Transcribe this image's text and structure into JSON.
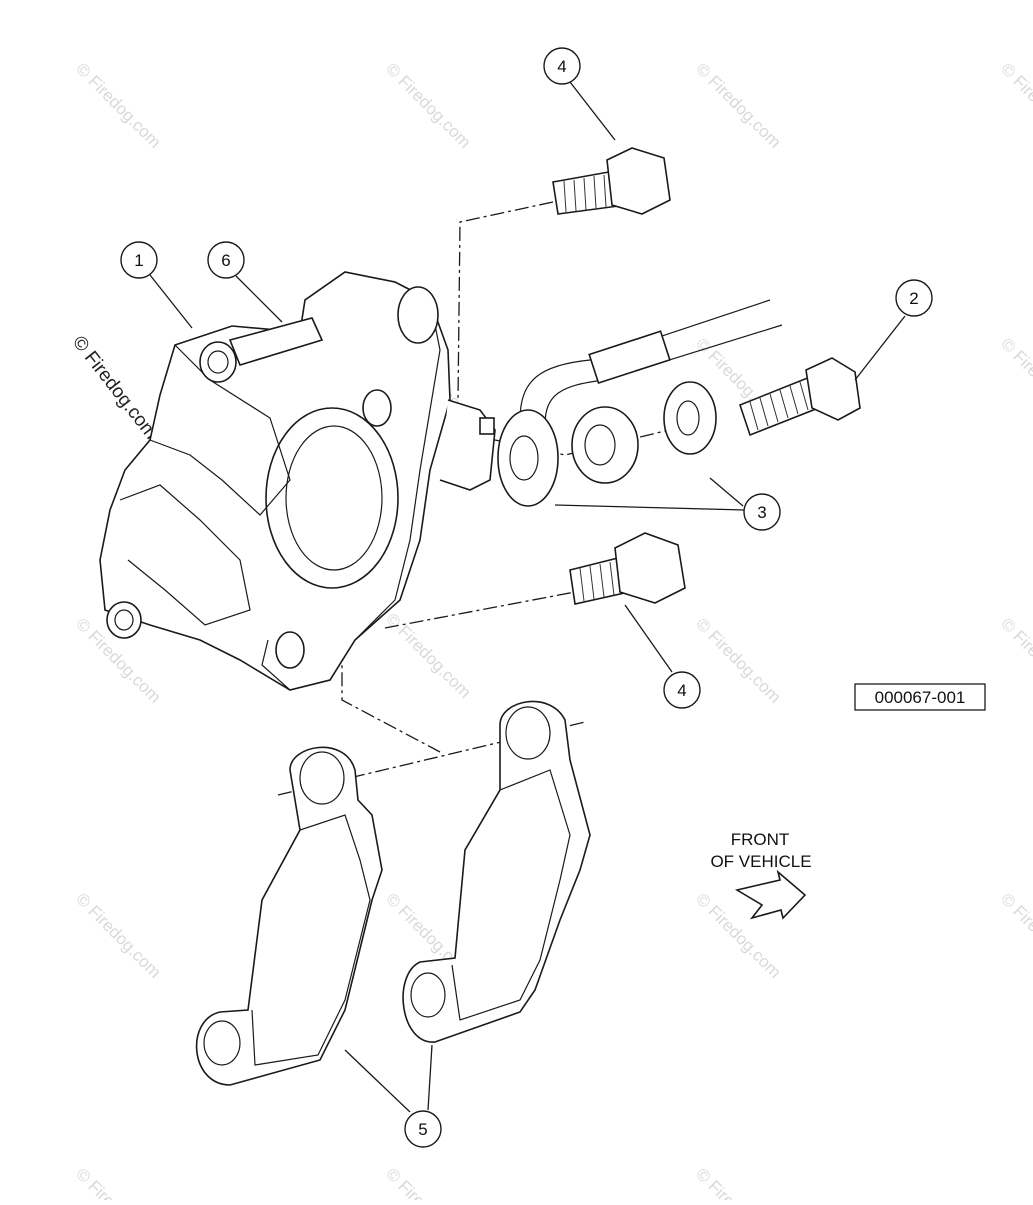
{
  "diagram": {
    "reference_code": "000067-001",
    "front_label_line1": "FRONT",
    "front_label_line2": "OF VEHICLE",
    "watermark_text": "© Firedog.com",
    "callouts": {
      "c1": "1",
      "c2": "2",
      "c3": "3",
      "c4_top": "4",
      "c4_bottom": "4",
      "c5": "5",
      "c6": "6"
    }
  }
}
